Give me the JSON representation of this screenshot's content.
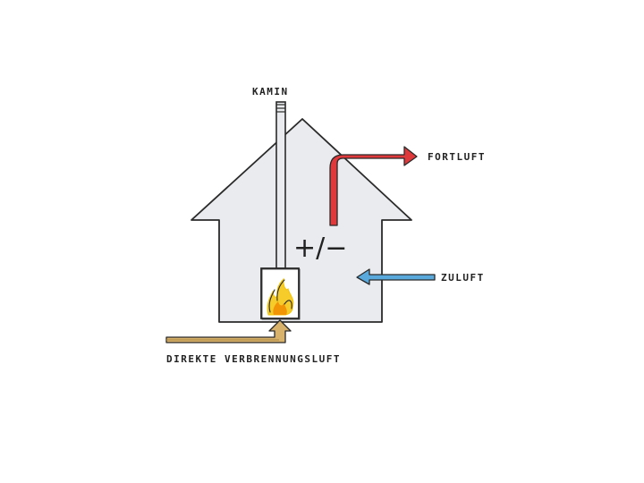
{
  "labels": {
    "chimney": "KAMIN",
    "exhaust": "FORTLUFT",
    "supply": "ZULUFT",
    "combustion": "DIREKTE VERBRENNUNGSLUFT",
    "pressure": "+/−"
  },
  "colors": {
    "outline": "#2a2a2a",
    "house_fill": "#e9ebee",
    "exhaust_arrow": "#e0393b",
    "supply_arrow": "#5aa9dc",
    "combustion_arrow": "#c9a55a",
    "flame_outer": "#f3c200",
    "flame_inner": "#f08a00"
  },
  "icons": {
    "fireplace": "flame-icon"
  }
}
